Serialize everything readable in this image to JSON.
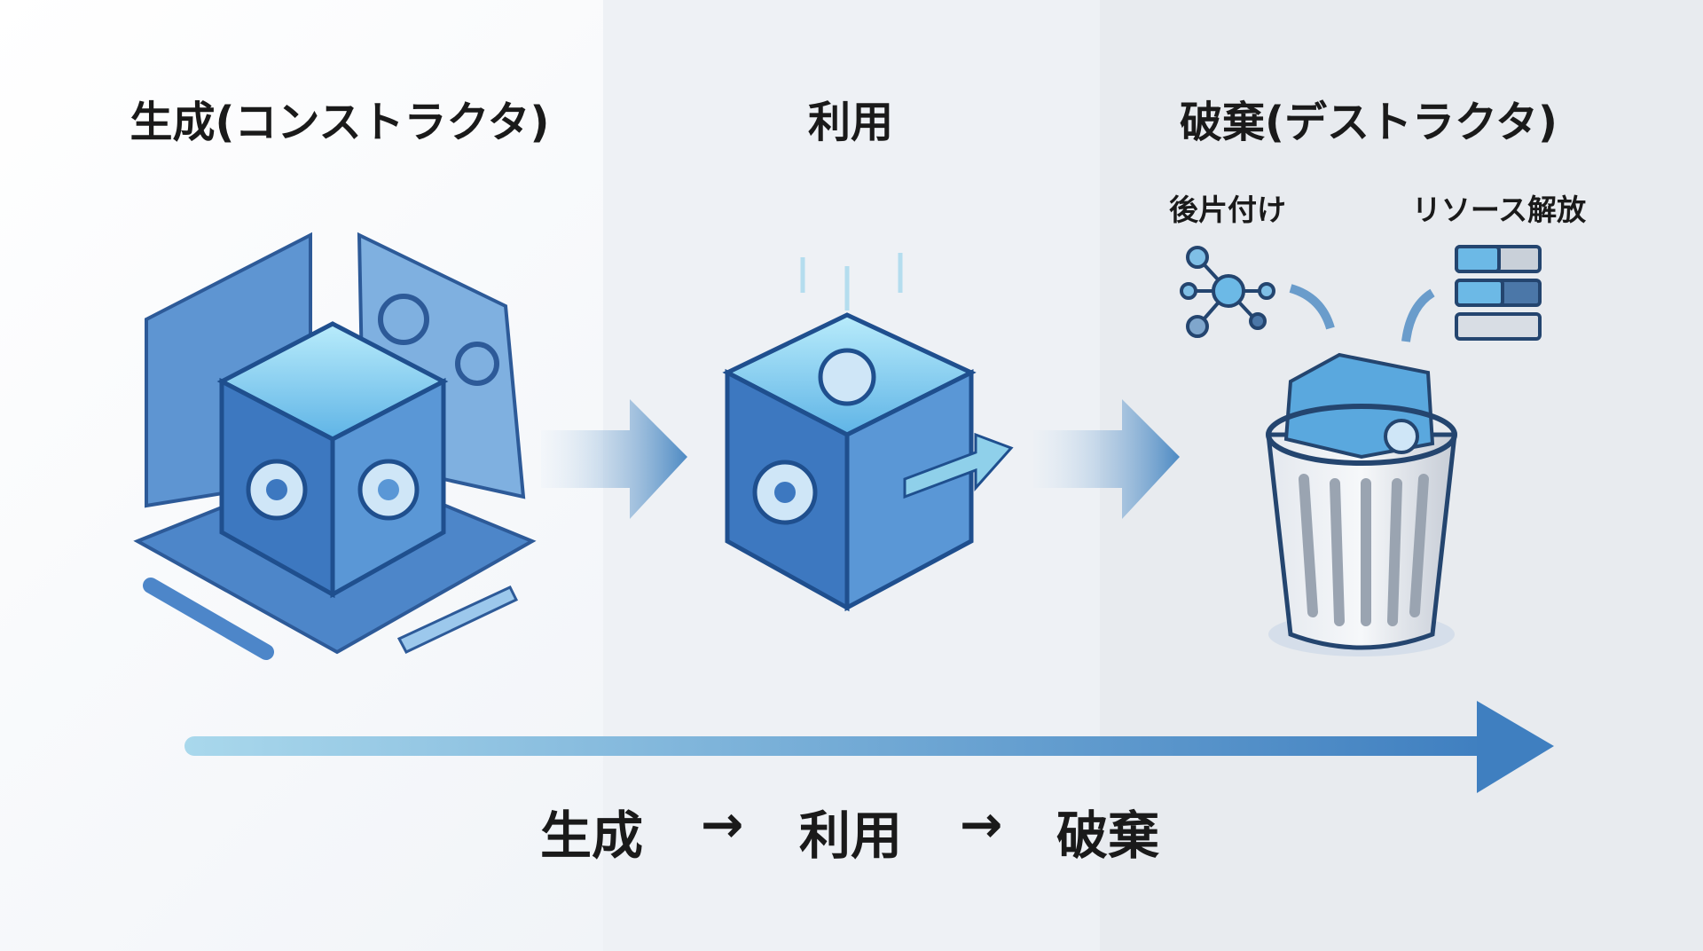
{
  "stages": {
    "construct": {
      "title": "生成(コンストラクタ)"
    },
    "use": {
      "title": "利用"
    },
    "destruct": {
      "title": "破棄(デストラクタ)",
      "sub_cleanup": "後片付け",
      "sub_release": "リソース解放"
    }
  },
  "flow": {
    "step1": "生成",
    "arrow1": "→",
    "step2": "利用",
    "arrow2": "→",
    "step3": "破棄"
  },
  "colors": {
    "accent": "#3f7fc0",
    "accent_light": "#8fd0ea",
    "dark": "#24456f"
  }
}
